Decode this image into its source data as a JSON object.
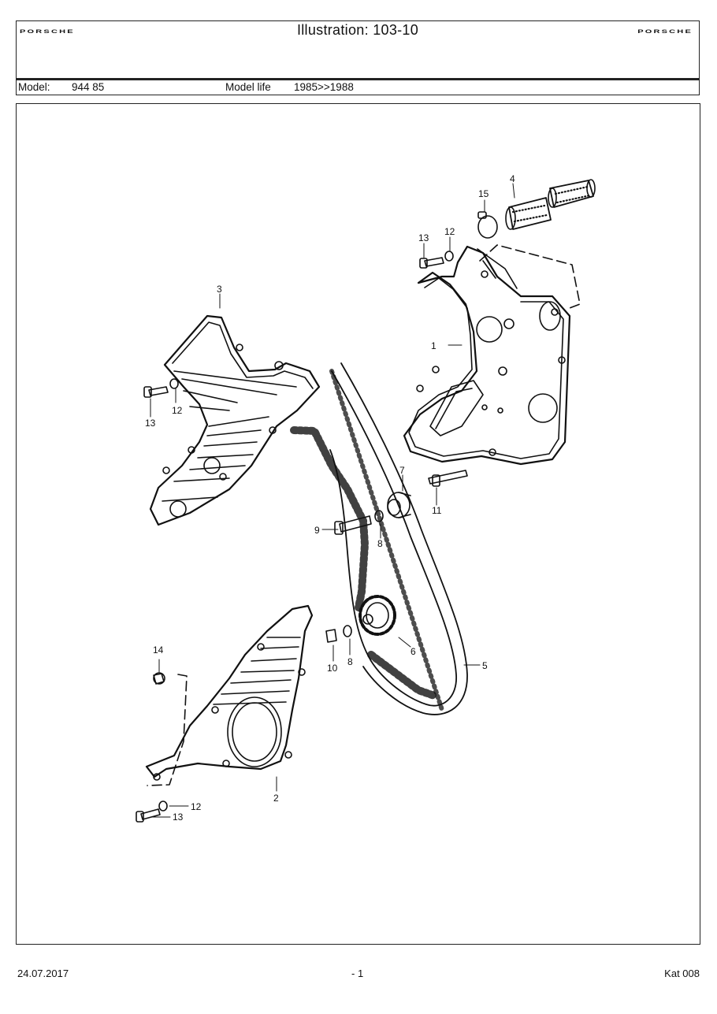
{
  "header": {
    "brand_left": "PORSCHE",
    "brand_right": "PORSCHE",
    "title": "Illustration: 103-10",
    "model_label": "Model:",
    "model_value": "944 85",
    "model_life_label": "Model life",
    "model_life_value": "1985>>1988"
  },
  "callouts": [
    "1",
    "2",
    "3",
    "4",
    "5",
    "6",
    "7",
    "8",
    "8",
    "9",
    "10",
    "11",
    "12",
    "12",
    "12",
    "13",
    "13",
    "13",
    "14",
    "15"
  ],
  "footer": {
    "date": "24.07.2017",
    "page": "- 1",
    "catalog": "Kat 008"
  }
}
